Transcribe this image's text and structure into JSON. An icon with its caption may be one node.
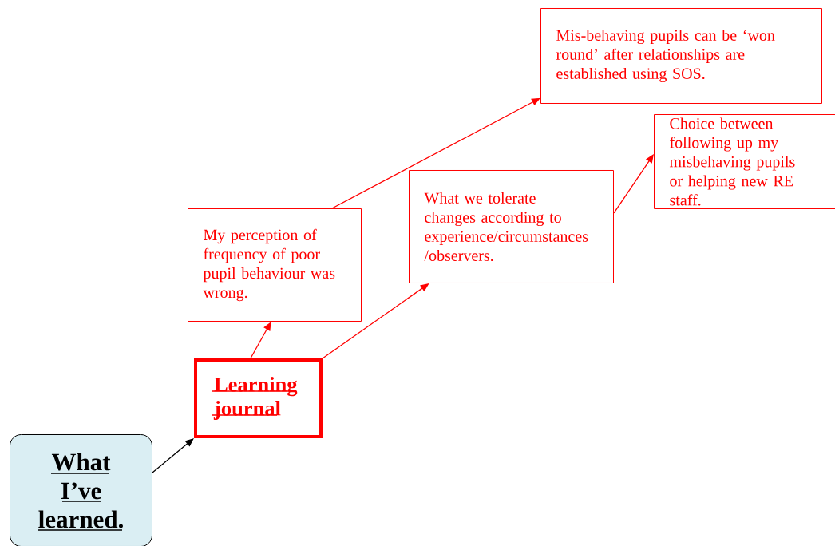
{
  "diagram": {
    "nodes": [
      {
        "text": [
          "What I’ve learned."
        ]
      },
      {
        "text": [
          "Learning journal"
        ]
      },
      {
        "text": [
          "My perception of frequency of poor pupil behaviour was wrong."
        ]
      },
      {
        "text": [
          "What we tolerate changes according to experience/circumstances /observers."
        ]
      },
      {
        "text": [
          "Mis-behaving pupils can be ‘won round’ after relationships are established using SOS."
        ]
      },
      {
        "text": [
          "Choice between following up my misbehaving pupils or helping new RE staff."
        ]
      }
    ],
    "edges": [
      {
        "from": 0,
        "to": 1,
        "arrow": "to",
        "color": "#000000"
      },
      {
        "from": 1,
        "to": 2,
        "arrow": "to"
      },
      {
        "from": 1,
        "to": 3,
        "arrow": "to"
      },
      {
        "from": 2,
        "to": 4,
        "arrow": "to"
      },
      {
        "from": 3,
        "to": 5,
        "arrow": "to"
      }
    ]
  }
}
